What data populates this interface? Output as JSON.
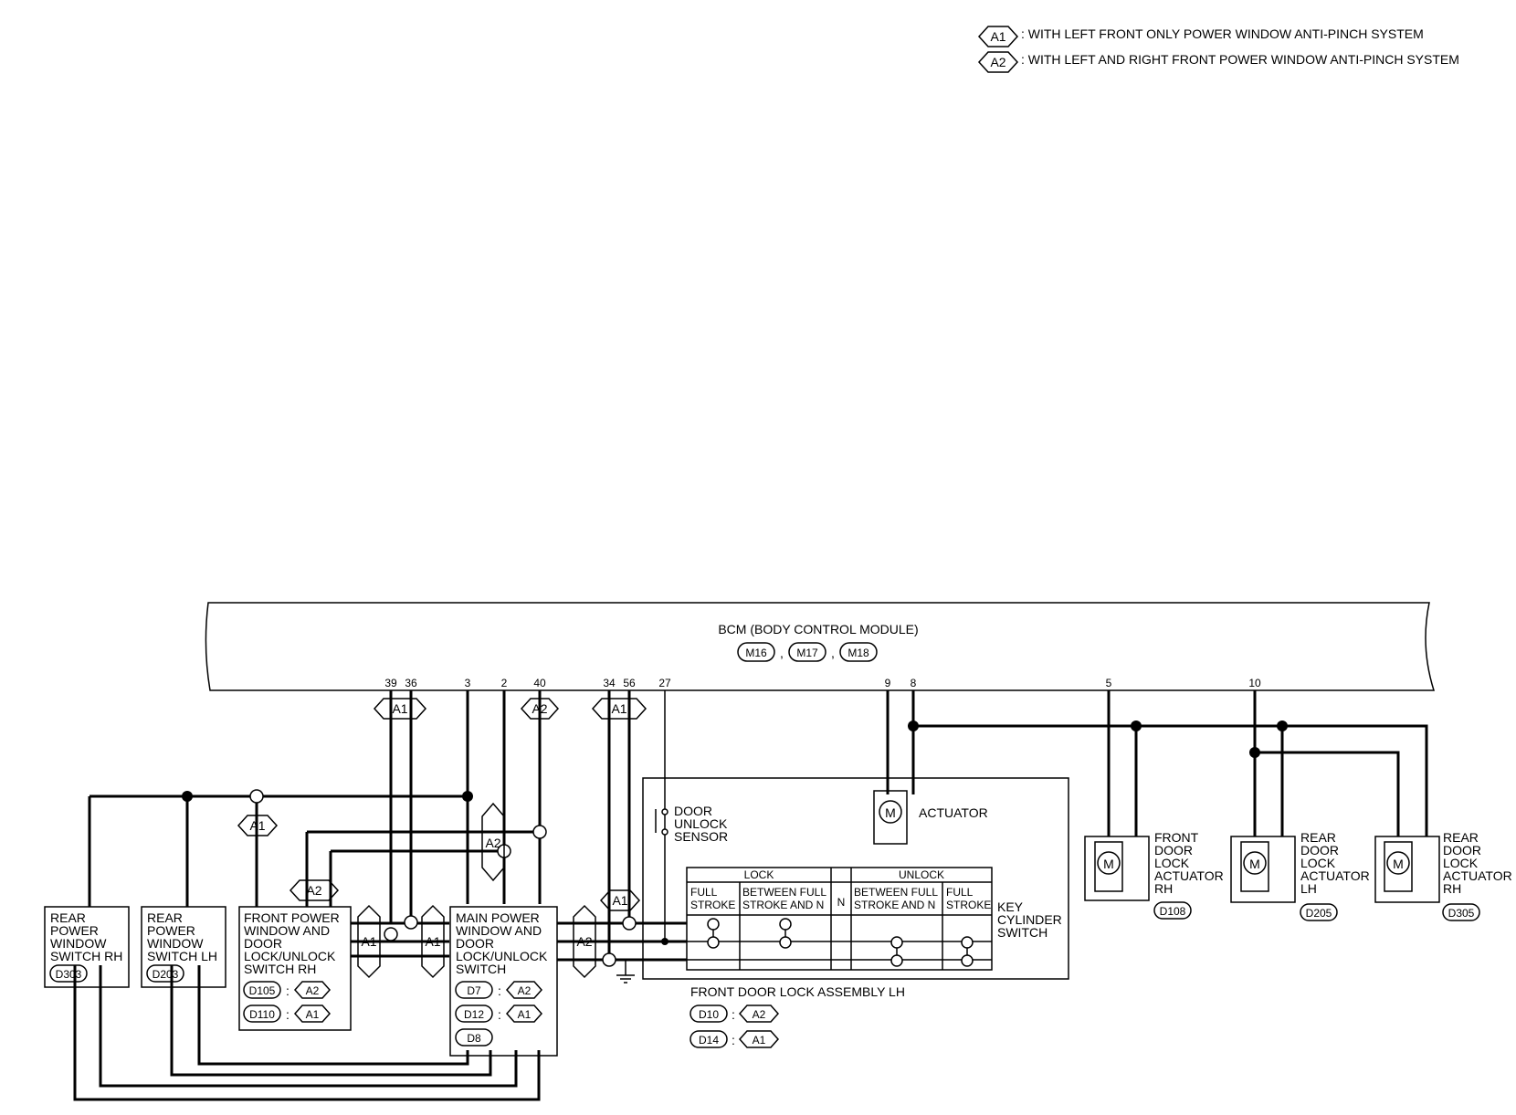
{
  "legend": [
    {
      "tag": "A1",
      "text": ": WITH LEFT FRONT ONLY POWER WINDOW ANTI-PINCH SYSTEM"
    },
    {
      "tag": "A2",
      "text": ": WITH LEFT AND RIGHT FRONT POWER WINDOW ANTI-PINCH SYSTEM"
    }
  ],
  "bcm": {
    "title": "BCM (BODY CONTROL MODULE)",
    "connectors": [
      "M16",
      "M17",
      "M18"
    ],
    "sep": ",",
    "pins": [
      "39",
      "36",
      "3",
      "2",
      "40",
      "34",
      "56",
      "27",
      "9",
      "8",
      "5",
      "10"
    ]
  },
  "variant_tags": {
    "a1": "A1",
    "a2": "A2"
  },
  "components": {
    "rear_pw_rh": {
      "lines": [
        "REAR",
        "POWER",
        "WINDOW",
        "SWITCH RH"
      ],
      "connector": "D303"
    },
    "rear_pw_lh": {
      "lines": [
        "REAR",
        "POWER",
        "WINDOW",
        "SWITCH LH"
      ],
      "connector": "D203"
    },
    "front_pw_rh": {
      "lines": [
        "FRONT POWER",
        "WINDOW AND",
        "DOOR",
        "LOCK/UNLOCK",
        "SWITCH RH"
      ],
      "connectors": [
        {
          "id": "D105",
          "tag": "A2"
        },
        {
          "id": "D110",
          "tag": "A1"
        }
      ]
    },
    "main_pw": {
      "lines": [
        "MAIN POWER",
        "WINDOW AND",
        "DOOR",
        "LOCK/UNLOCK",
        "SWITCH"
      ],
      "connectors": [
        {
          "id": "D7",
          "tag": "A2"
        },
        {
          "id": "D12",
          "tag": "A1"
        },
        {
          "id": "D8",
          "tag": ""
        }
      ]
    },
    "door_unlock_sensor": {
      "lines": [
        "DOOR",
        "UNLOCK",
        "SENSOR"
      ]
    },
    "actuator": {
      "label": "ACTUATOR",
      "motor": "M"
    },
    "key_cylinder": {
      "lines": [
        "KEY",
        "CYLINDER",
        "SWITCH"
      ],
      "lock": "LOCK",
      "unlock": "UNLOCK",
      "n": "N",
      "full_stroke": [
        "FULL",
        "STROKE"
      ],
      "between": [
        "BETWEEN FULL",
        "STROKE AND N"
      ]
    },
    "front_door_lock_lh": {
      "label": "FRONT DOOR LOCK ASSEMBLY LH",
      "connectors": [
        {
          "id": "D10",
          "tag": "A2"
        },
        {
          "id": "D14",
          "tag": "A1"
        }
      ]
    },
    "front_door_actuator_rh": {
      "lines": [
        "FRONT",
        "DOOR",
        "LOCK",
        "ACTUATOR",
        "RH"
      ],
      "connector": "D108"
    },
    "rear_door_actuator_lh": {
      "lines": [
        "REAR",
        "DOOR",
        "LOCK",
        "ACTUATOR",
        "LH"
      ],
      "connector": "D205"
    },
    "rear_door_actuator_rh": {
      "lines": [
        "REAR",
        "DOOR",
        "LOCK",
        "ACTUATOR",
        "RH"
      ],
      "connector": "D305"
    }
  },
  "colon": ":"
}
